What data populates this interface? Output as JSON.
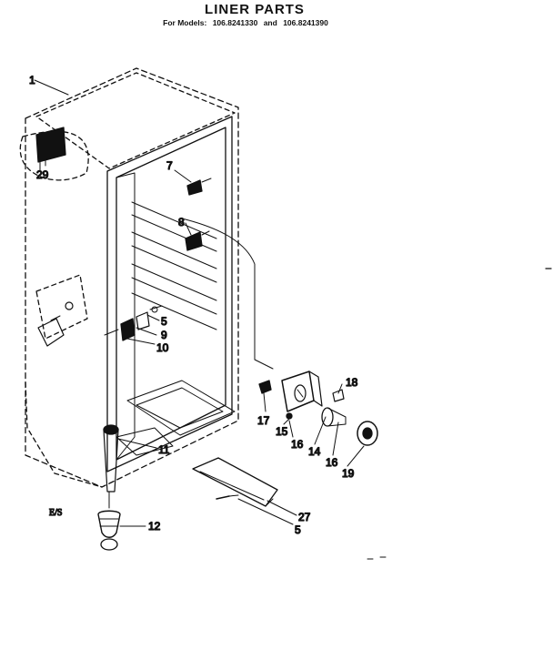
{
  "title": "LINER PARTS",
  "subtitle": {
    "prefix": "For Models:",
    "model_a": "106.8241330",
    "joiner": "and",
    "model_b": "106.8241390"
  },
  "callouts": {
    "c1": "1",
    "c29": "29",
    "c7": "7",
    "c8": "8",
    "c5a": "5",
    "c9": "9",
    "c10": "10",
    "c11": "11",
    "c12": "12",
    "c18": "18",
    "c17": "17",
    "c15": "15",
    "c16a": "16",
    "c14": "14",
    "c16b": "16",
    "c19": "19",
    "c27": "27",
    "c5b": "5"
  },
  "corner_mark": "E/S"
}
